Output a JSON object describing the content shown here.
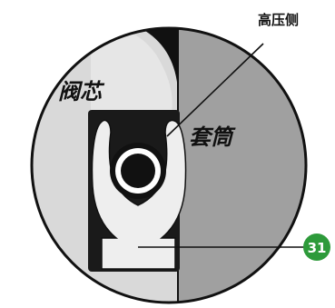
{
  "labels": {
    "high_pressure_side": "高压侧",
    "valve_core": "阀芯",
    "sleeve": "套筒"
  },
  "callout": {
    "number": "31",
    "color": "#2d9a3a"
  },
  "colors": {
    "light_area": "#d9d9d9",
    "dark_area": "#a0a0a0",
    "outline": "#111111",
    "fork_fill": "#eeeeee"
  }
}
